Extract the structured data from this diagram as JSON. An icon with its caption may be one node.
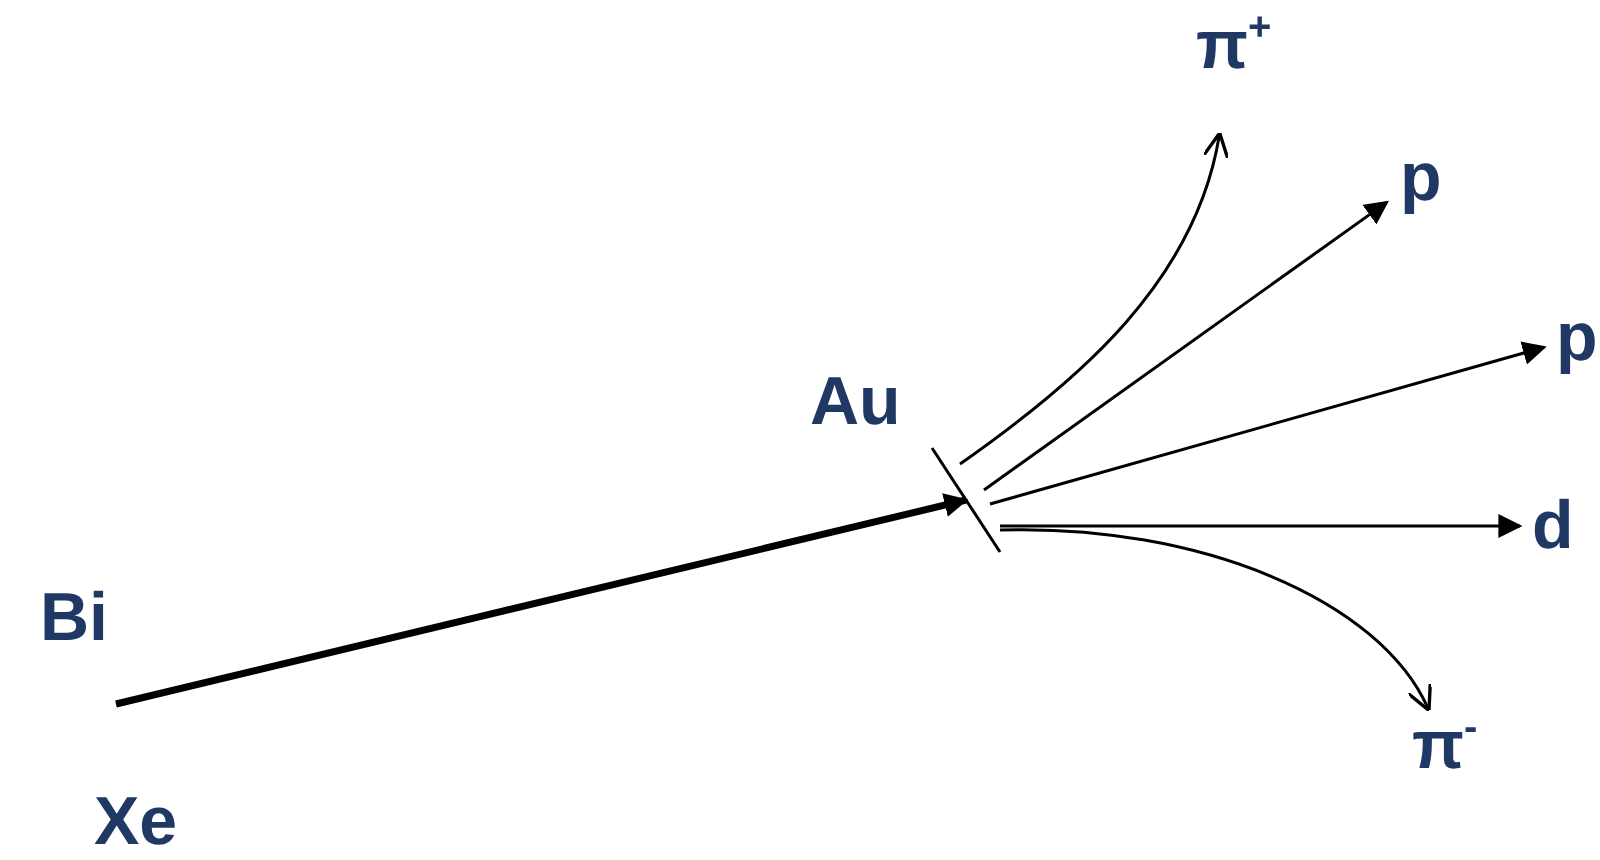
{
  "diagram": {
    "nodes": [
      {
        "text": [],
        "shape": "bar"
      },
      {
        "text": [
          "π$^{+}$"
        ]
      },
      {
        "text": [
          "p"
        ]
      },
      {
        "text": [
          "p"
        ]
      },
      {
        "text": [
          "d"
        ]
      },
      {
        "text": [
          "π$^{-}$"
        ]
      }
    ],
    "edges": [
      {
        "from": null,
        "to": 0,
        "arrow": "to",
        "style": "thick"
      },
      {
        "from": 0,
        "to": 1,
        "arrow": "to"
      },
      {
        "from": 0,
        "to": 2,
        "arrow": "to"
      },
      {
        "from": 0,
        "to": 3,
        "arrow": "to"
      },
      {
        "from": 0,
        "to": 4,
        "arrow": "to"
      },
      {
        "from": 0,
        "to": 5,
        "arrow": "to"
      }
    ],
    "labels": [
      "Bi",
      "Xe",
      "Au"
    ]
  }
}
